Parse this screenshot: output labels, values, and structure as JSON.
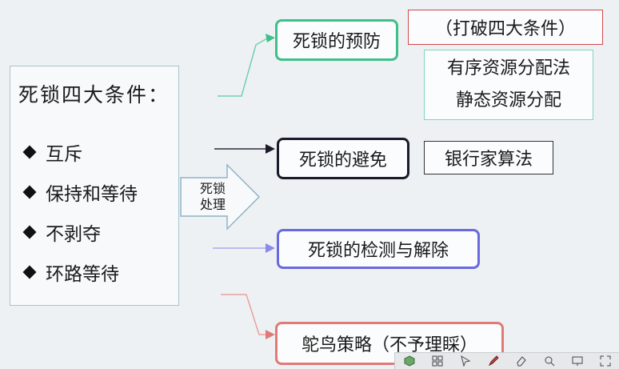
{
  "conditions": {
    "title": "死锁四大条件：",
    "items": [
      "互斥",
      "保持和等待",
      "不剥夺",
      "环路等待"
    ]
  },
  "arrow": {
    "line1": "死锁",
    "line2": "处理"
  },
  "strategies": {
    "prevention": "死锁的预防",
    "avoidance": "死锁的避免",
    "detection": "死锁的检测与解除",
    "ostrich": "鸵鸟策略（不予理睬）"
  },
  "notes": {
    "prevention_header": "（打破四大条件）",
    "prevention_method1": "有序资源分配法",
    "prevention_method2": "静态资源分配",
    "avoidance_method": "银行家算法"
  },
  "colors": {
    "prevention": "#3fbf8a",
    "avoidance": "#1b1b2b",
    "detection": "#6a6ae0",
    "ostrich": "#e07a78",
    "note_red": "#d04848",
    "note_green": "#7fd6b4"
  },
  "toolbar_icons": [
    "cube-icon",
    "grid-icon",
    "cursor-icon",
    "pen-icon",
    "eraser-icon",
    "magnifier-icon",
    "screen-icon",
    "expand-icon"
  ]
}
